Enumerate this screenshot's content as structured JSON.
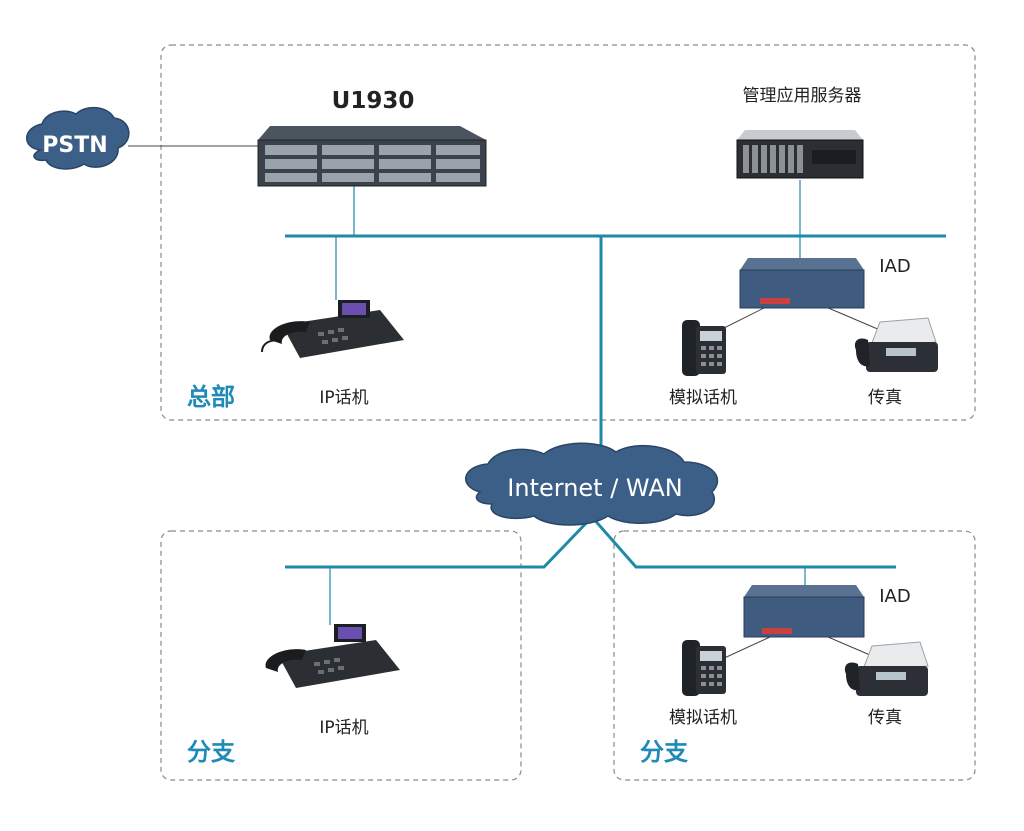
{
  "diagram": {
    "pstn": {
      "label": "PSTN"
    },
    "u1930": {
      "label": "U1930"
    },
    "mgmt_server": {
      "label": "管理应用服务器"
    },
    "internet": {
      "label": "Internet / WAN"
    },
    "hq": {
      "site_label": "总部",
      "ip_phone_label": "IP话机",
      "iad_label": "IAD",
      "analog_phone_label": "模拟话机",
      "fax_label": "传真"
    },
    "branch_left": {
      "site_label": "分支",
      "ip_phone_label": "IP话机"
    },
    "branch_right": {
      "site_label": "分支",
      "iad_label": "IAD",
      "analog_phone_label": "模拟话机",
      "fax_label": "传真"
    },
    "colors": {
      "link": "#1d8aa8",
      "site_label": "#1f8ab8",
      "cloud_fill": "#3b5f86",
      "border": "#8a8a8a",
      "device_blue": "#3f5b80"
    }
  }
}
